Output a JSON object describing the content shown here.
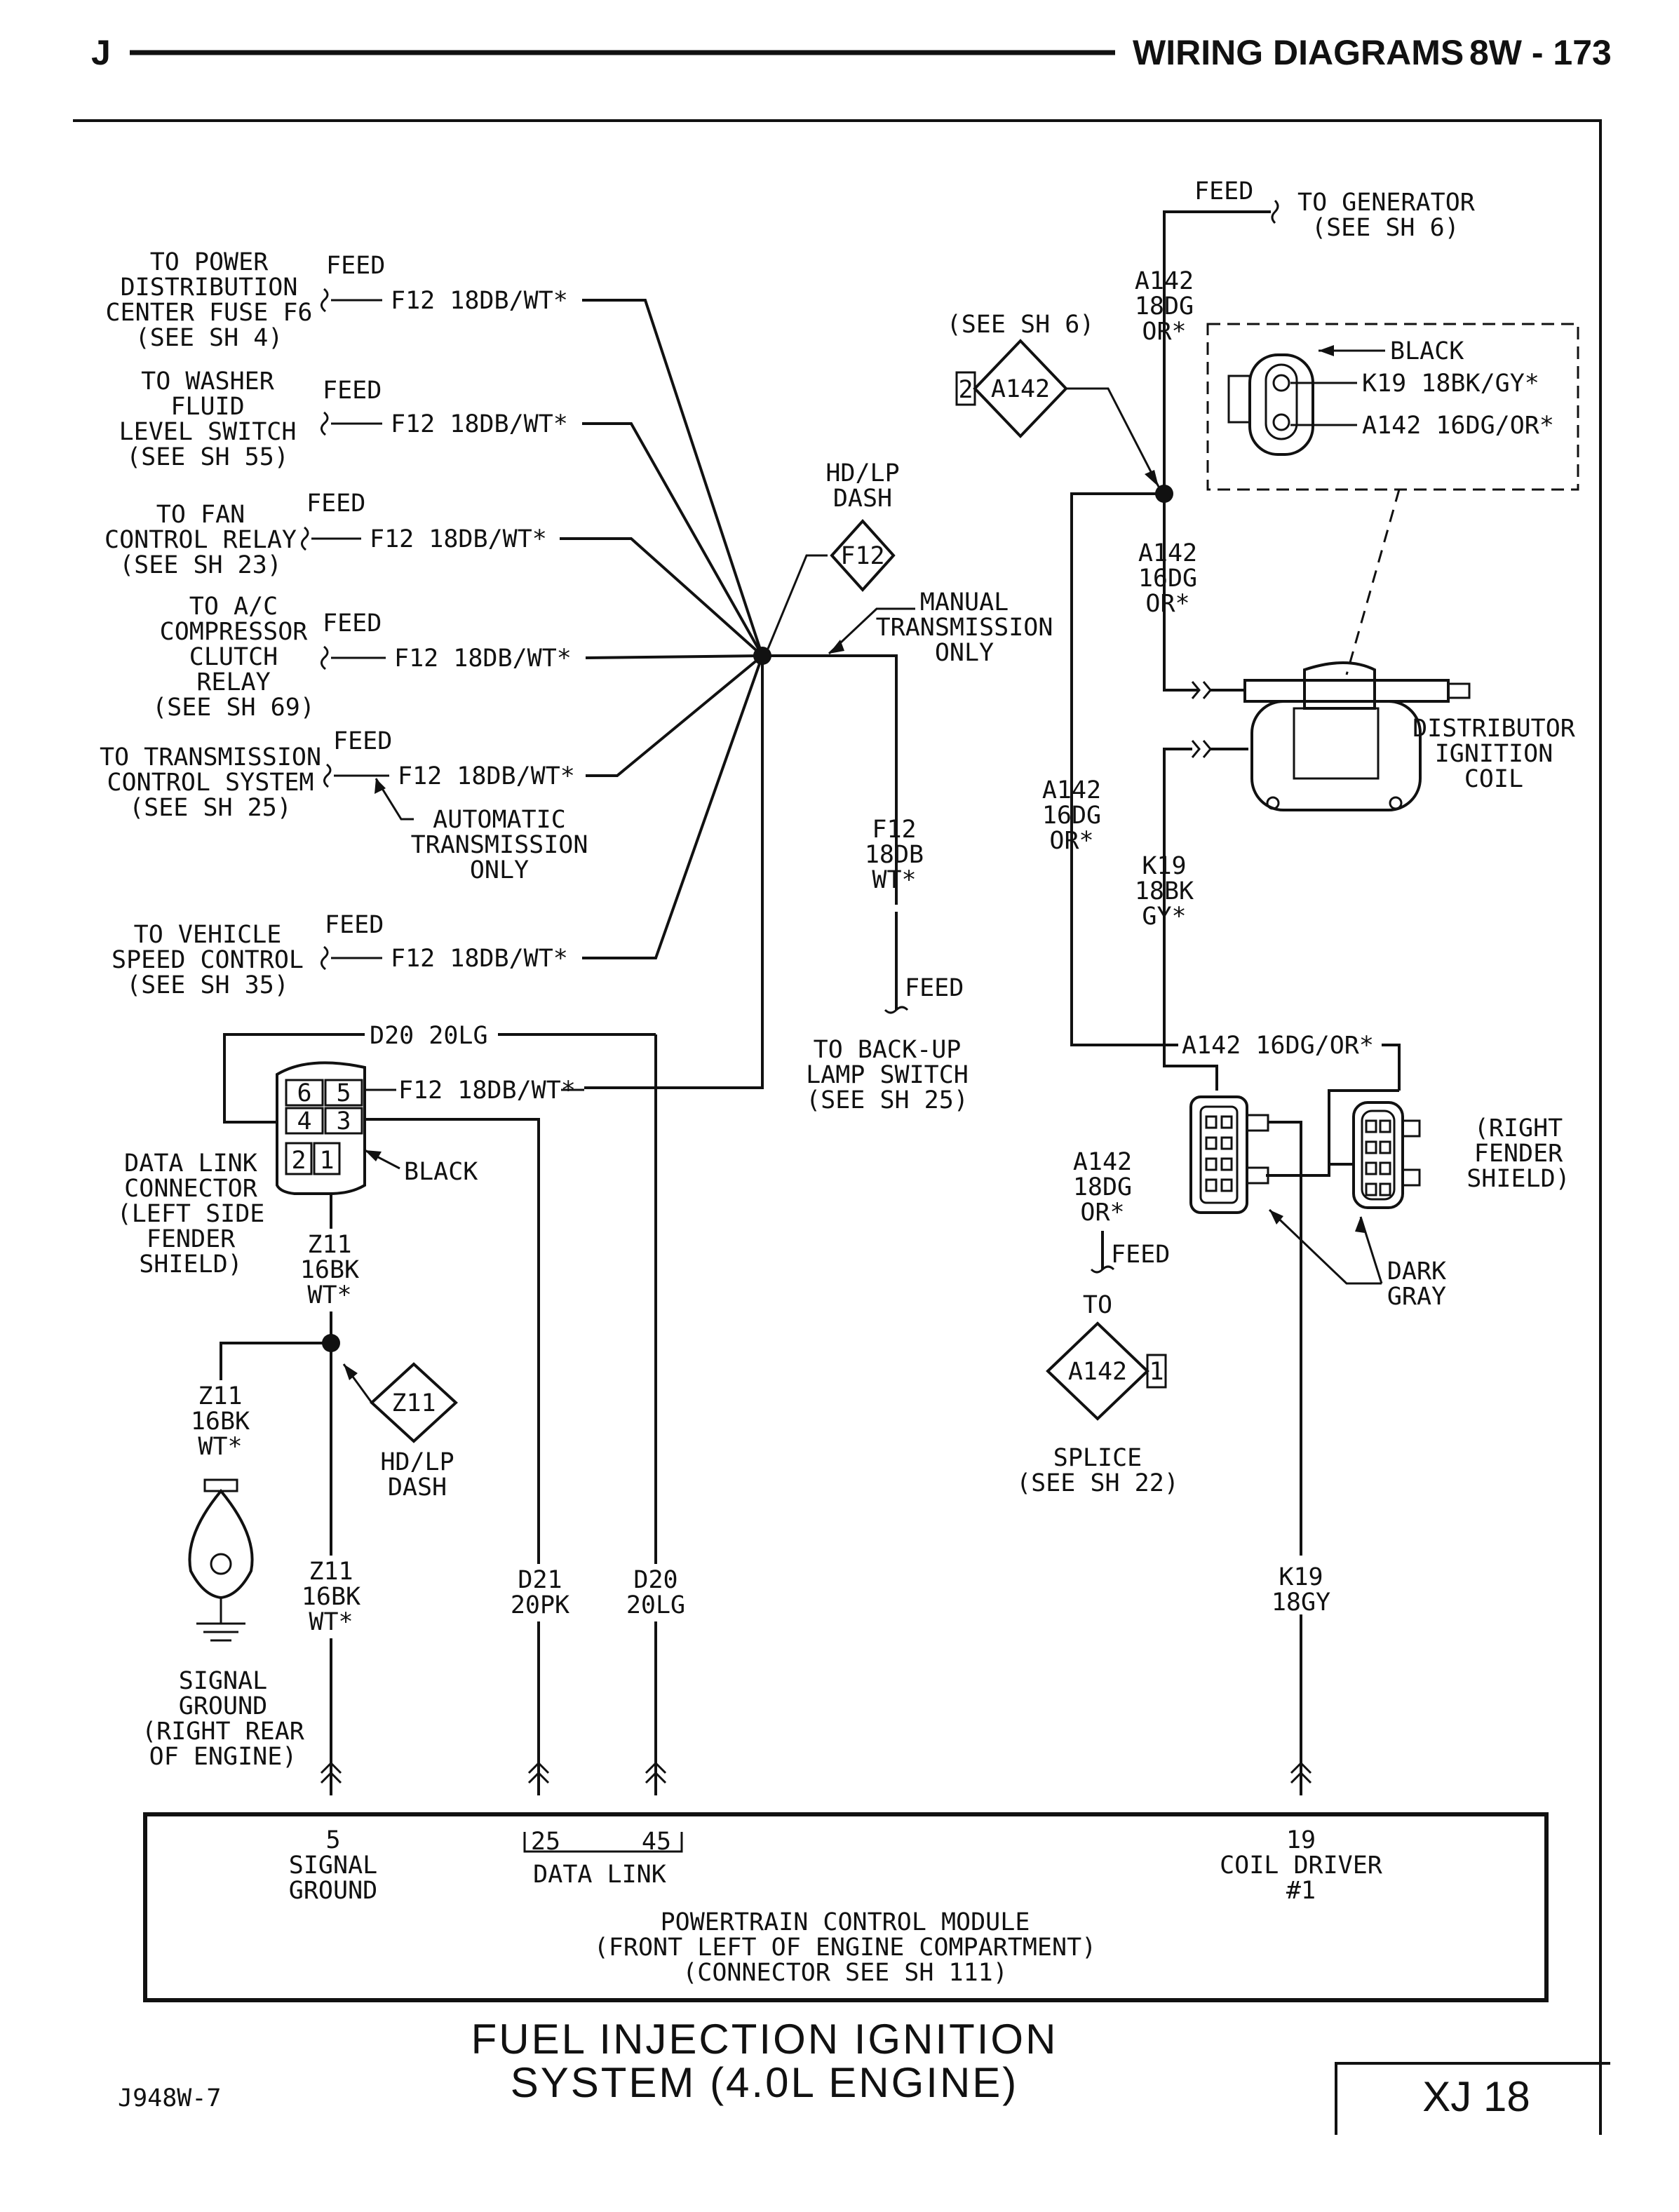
{
  "header": {
    "section": "J",
    "title": "WIRING DIAGRAMS",
    "page": "8W - 173"
  },
  "feeds": [
    {
      "lines": [
        "TO POWER",
        "DISTRIBUTION",
        "CENTER FUSE F6",
        "(SEE SH 4)"
      ],
      "tag": "FEED",
      "wire": "F12 18DB/WT*"
    },
    {
      "lines": [
        "TO WASHER",
        "FLUID",
        "LEVEL SWITCH",
        "(SEE SH 55)"
      ],
      "tag": "FEED",
      "wire": "F12 18DB/WT*"
    },
    {
      "lines": [
        "TO FAN",
        "CONTROL RELAY",
        "(SEE SH 23)"
      ],
      "tag": "FEED",
      "wire": "F12 18DB/WT*"
    },
    {
      "lines": [
        "TO A/C",
        "COMPRESSOR",
        "CLUTCH",
        "RELAY",
        "(SEE SH 69)"
      ],
      "tag": "FEED",
      "wire": "F12 18DB/WT*"
    },
    {
      "lines": [
        "TO TRANSMISSION",
        "CONTROL SYSTEM",
        "(SEE SH 25)"
      ],
      "tag": "FEED",
      "wire": "F12 18DB/WT*"
    },
    {
      "lines": [
        "TO VEHICLE",
        "SPEED CONTROL",
        "(SEE SH 35)"
      ],
      "tag": "FEED",
      "wire": "F12 18DB/WT*"
    }
  ],
  "auto_trans_note": [
    "AUTOMATIC",
    "TRANSMISSION",
    "ONLY"
  ],
  "splice_f12": {
    "label": [
      "HD/LP",
      "DASH"
    ],
    "code": "F12"
  },
  "manual_trans_note": [
    "MANUAL",
    "TRANSMISSION",
    "ONLY"
  ],
  "backup_wire": [
    "F12",
    "18DB",
    "WT*"
  ],
  "backup_feed": "FEED",
  "backup_dest": [
    "TO BACK-UP",
    "LAMP SWITCH",
    "(SEE SH 25)"
  ],
  "generator": {
    "feed": "FEED",
    "dest": [
      "TO GENERATOR",
      "(SEE SH 6)"
    ]
  },
  "a142_top": [
    "A142",
    "18DG",
    "OR*"
  ],
  "see_sh6": "(SEE SH 6)",
  "splice_a142": {
    "num": "2",
    "code": "A142"
  },
  "coil_connector": {
    "black": "BLACK",
    "k19": "K19 18BK/GY*",
    "a142": "A142 16DG/OR*"
  },
  "a142_mid": [
    "A142",
    "16DG",
    "OR*"
  ],
  "coil_label": [
    "DISTRIBUTOR",
    "IGNITION",
    "COIL"
  ],
  "a142_left": [
    "A142",
    "16DG",
    "OR*"
  ],
  "k19_mid": [
    "K19",
    "18BK",
    "GY*"
  ],
  "a142_horiz": "A142 16DG/OR*",
  "fender_label": [
    "(RIGHT",
    "FENDER",
    "SHIELD)"
  ],
  "dark_gray": [
    "DARK",
    "GRAY"
  ],
  "a142_lower": [
    "A142",
    "18DG",
    "OR*"
  ],
  "lower_feed": "FEED",
  "to_label": "TO",
  "splice_lower": {
    "code": "A142",
    "num": "1"
  },
  "splice_see": [
    "SPLICE",
    "(SEE SH 22)"
  ],
  "k19_bottom": [
    "K19",
    "18GY"
  ],
  "dlc": {
    "d20_top": "D20 20LG",
    "pins": [
      "6",
      "5",
      "4",
      "3",
      "2",
      "1"
    ],
    "wire": "F12 18DB/WT*",
    "black": "BLACK",
    "label": [
      "DATA LINK",
      "CONNECTOR",
      "(LEFT SIDE",
      "FENDER",
      "SHIELD)"
    ]
  },
  "z11_upper": [
    "Z11",
    "16BK",
    "WT*"
  ],
  "z11_left": [
    "Z11",
    "16BK",
    "WT*"
  ],
  "splice_z11": {
    "code": "Z11",
    "label": [
      "HD/LP",
      "DASH"
    ]
  },
  "z11_lower": [
    "Z11",
    "16BK",
    "WT*"
  ],
  "d21": [
    "D21",
    "20PK"
  ],
  "d20": [
    "D20",
    "20LG"
  ],
  "ground_label": [
    "SIGNAL",
    "GROUND",
    "(RIGHT REAR",
    "OF ENGINE)"
  ],
  "pcm": {
    "pin5": [
      "5",
      "SIGNAL",
      "GROUND"
    ],
    "pin25": "25",
    "pin45": "45",
    "data_link": "DATA LINK",
    "pin19": [
      "19",
      "COIL DRIVER",
      "#1"
    ],
    "name": [
      "POWERTRAIN CONTROL MODULE",
      "(FRONT LEFT OF ENGINE COMPARTMENT)",
      "(CONNECTOR SEE SH 111)"
    ]
  },
  "title": [
    "FUEL INJECTION IGNITION",
    "SYSTEM (4.0L ENGINE)"
  ],
  "footer_code": "J948W-7",
  "sheet_id": "XJ 18"
}
